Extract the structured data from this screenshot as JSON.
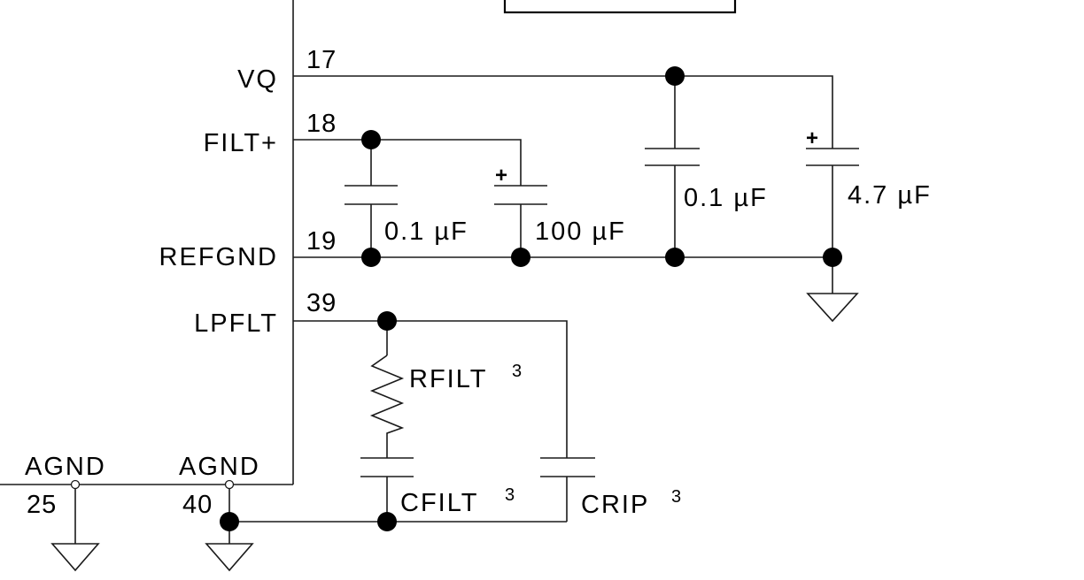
{
  "pins": {
    "vq": {
      "name": "VQ",
      "number": "17"
    },
    "filt": {
      "name": "FILT+",
      "number": "18"
    },
    "refgnd": {
      "name": "REFGND",
      "number": "19"
    },
    "lpflt": {
      "name": "LPFLT",
      "number": "39"
    },
    "agnd_25": {
      "name": "AGND",
      "number": "25"
    },
    "agnd_40": {
      "name": "AGND",
      "number": "40"
    }
  },
  "components": {
    "c_filt_small": {
      "value": "0.1 µF"
    },
    "c_filt_big": {
      "value": "100 µF",
      "polarity": "+"
    },
    "c_vq_small": {
      "value": "0.1 µF"
    },
    "c_vq_big": {
      "value": "4.7 µF",
      "polarity": "+"
    },
    "rfilt": {
      "name": "RFILT",
      "note": "3"
    },
    "cfilt": {
      "name": "CFILT",
      "note": "3"
    },
    "crip": {
      "name": "CRIP",
      "note": "3"
    }
  }
}
